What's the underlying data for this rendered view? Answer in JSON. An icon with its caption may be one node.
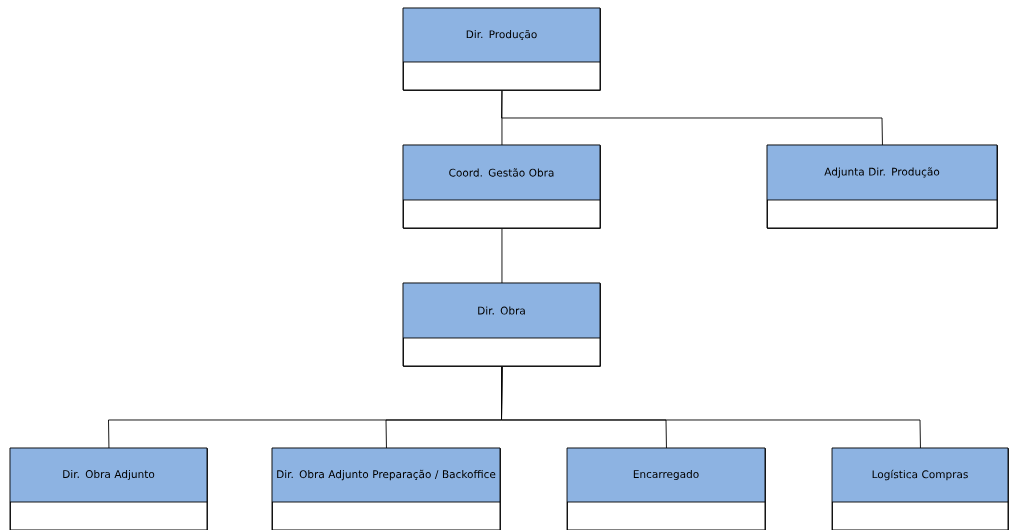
{
  "diagram": {
    "nodes": [
      {
        "text": [
          "Dir. Produção"
        ]
      },
      {
        "text": [
          "Coord. Gestão Obra"
        ]
      },
      {
        "text": [
          "Adjunta Dir. Produção"
        ]
      },
      {
        "text": [
          "Dir. Obra"
        ]
      },
      {
        "text": [
          "Dir. Obra Adjunto"
        ]
      },
      {
        "text": [
          "Dir. Obra Adjunto Preparação / Backoffice"
        ]
      },
      {
        "text": [
          "Encarregado"
        ]
      },
      {
        "text": [
          "Logística Compras"
        ]
      }
    ],
    "edges": [
      {
        "from": 0,
        "to": 1,
        "arrow": "none"
      },
      {
        "from": 0,
        "to": 2,
        "arrow": "none"
      },
      {
        "from": 1,
        "to": 3,
        "arrow": "none"
      },
      {
        "from": 3,
        "to": 4,
        "arrow": "none"
      },
      {
        "from": 3,
        "to": 5,
        "arrow": "none"
      },
      {
        "from": 3,
        "to": 6,
        "arrow": "none"
      },
      {
        "from": 3,
        "to": 7,
        "arrow": "none"
      }
    ]
  }
}
